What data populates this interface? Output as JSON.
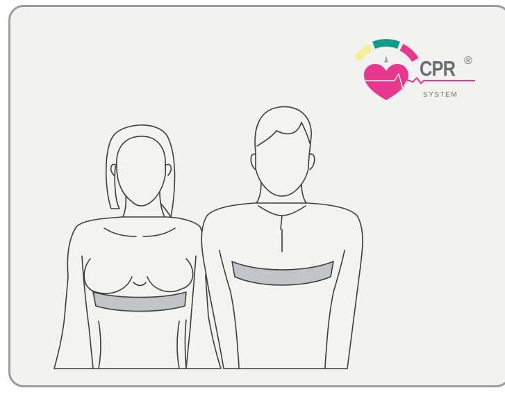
{
  "logo": {
    "name": "CPR",
    "registered_mark": "®",
    "tagline": "SYSTEM",
    "icon": "heart-with-gauge-and-heartbeat",
    "colors": {
      "brand_text": "#6d6e71",
      "heart": "#e8378e",
      "gauge_yellow": "#f4ef9a",
      "gauge_teal": "#139b8a",
      "gauge_magenta": "#e8378e",
      "pointer": "#a7a9ac"
    }
  },
  "figures": [
    {
      "icon": "female-torso-figure",
      "wears": "chest-strap"
    },
    {
      "icon": "male-torso-figure",
      "wears": "chest-strap"
    }
  ],
  "colors": {
    "frame_border": "#9a9c9e",
    "background": "#f2f2f0",
    "skin": "#f3f3f0",
    "outline": "#3c3c3c",
    "strap": "#bdbec1"
  }
}
